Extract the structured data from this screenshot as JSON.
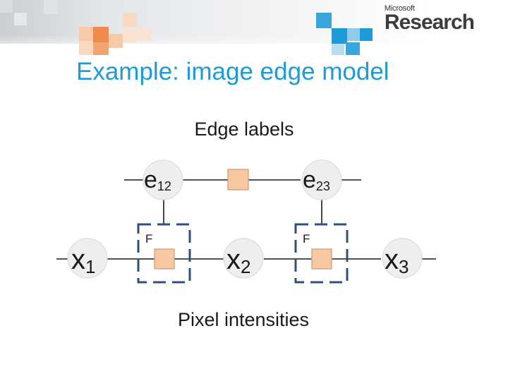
{
  "slide": {
    "title": "Example: image edge model"
  },
  "logo": {
    "company": "Microsoft",
    "product": "Research"
  },
  "colors": {
    "title": "#1e9bd7",
    "factor_fill": "#f8c9a0",
    "factor_stroke": "#c9a080",
    "dashed_box": "#2f4f7f",
    "node_fill": "#eeeeee",
    "decor_orange": "#f08a4b",
    "decor_blue": "#1e9bd7"
  },
  "diagram": {
    "top_label": "Edge labels",
    "bottom_label": "Pixel intensities",
    "edge_nodes": [
      {
        "base": "e",
        "sub": "12"
      },
      {
        "base": "e",
        "sub": "23"
      }
    ],
    "pixel_nodes": [
      {
        "base": "x",
        "sub": "1"
      },
      {
        "base": "x",
        "sub": "2"
      },
      {
        "base": "x",
        "sub": "3"
      }
    ],
    "factor_labels": [
      "F",
      "F"
    ]
  }
}
